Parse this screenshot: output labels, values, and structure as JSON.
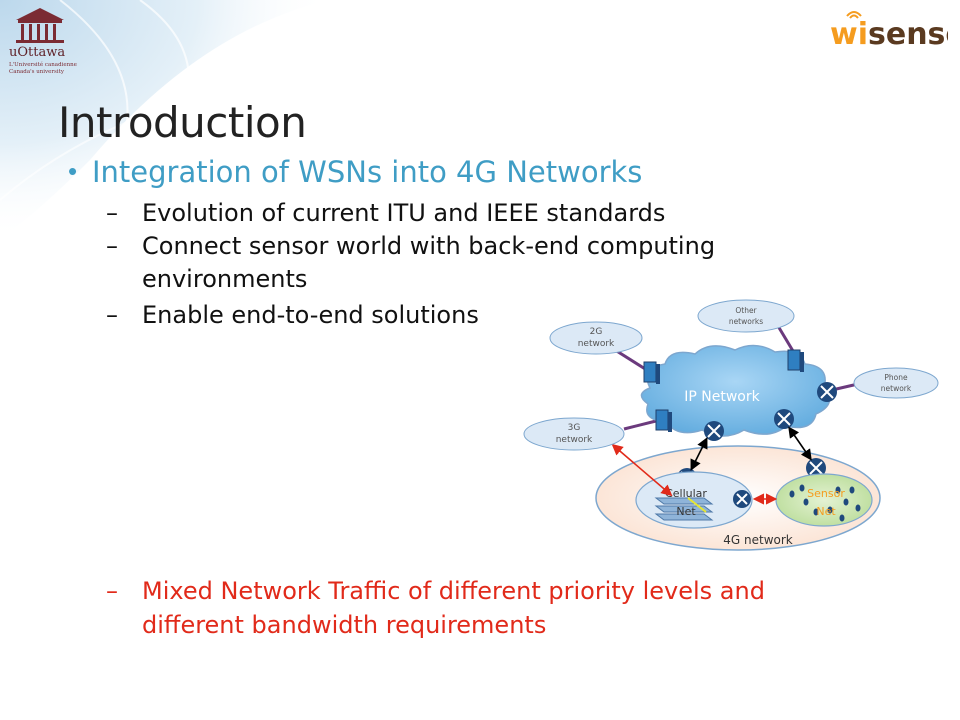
{
  "slide": {
    "title": "Introduction",
    "bullet": "Integration of WSNs into 4G Networks",
    "sub_items": [
      "Evolution of current ITU and IEEE standards",
      "Connect sensor world with back-end computing",
      "environments",
      "Enable end-to-end solutions"
    ],
    "red_item_line1": "Mixed Network Traffic of different priority levels and",
    "red_item_line2": "different bandwidth requirements"
  },
  "logos": {
    "uottawa_name": "uOttawa",
    "uottawa_line1": "L'Université canadienne",
    "uottawa_line2": "Canada's university",
    "wisense_a": "wi",
    "wisense_b": "sense"
  },
  "diagram": {
    "ip_network": "IP Network",
    "other_networks_1": "Other",
    "other_networks_2": "networks",
    "net_2g_1": "2G",
    "net_2g_2": "network",
    "phone_network_1": "Phone",
    "phone_network_2": "network",
    "net_3g_1": "3G",
    "net_3g_2": "network",
    "cellular_1": "Cellular",
    "cellular_2": "Net",
    "sensor_1": "Sensor",
    "sensor_2": "Net",
    "net_4g": "4G network"
  },
  "colors": {
    "accent_blue": "#3f9dc5",
    "red_text": "#e12a1a",
    "cloud_fill": "#7bbde9",
    "ellipse_fill": "#fde9d9",
    "ellipse_stroke": "#7da7cf",
    "sensor_fill": "#cfe6b4",
    "router_fill": "#1f497d",
    "wisense_orange": "#f59c1f",
    "wisense_brown": "#5a3a20"
  },
  "icons": [
    "router-icon",
    "server-icon",
    "sensor-node-icon",
    "wifi-waves-icon",
    "university-building-icon"
  ]
}
